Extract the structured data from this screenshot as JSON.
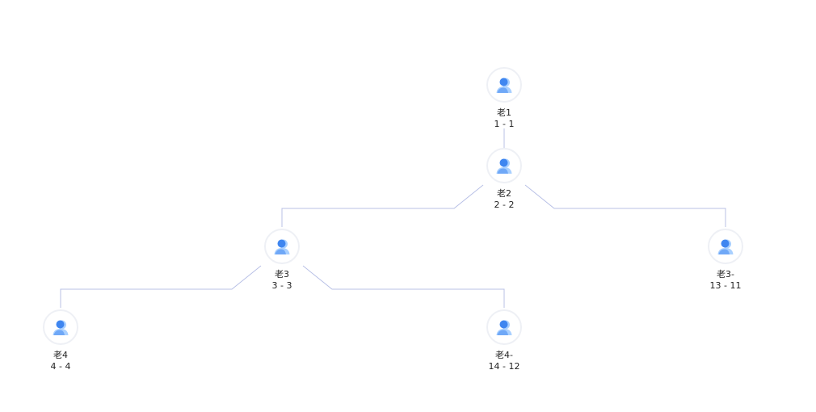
{
  "colors": {
    "edge": "#b8c0e6",
    "avatar_ring": "#eef0f5",
    "avatar_light": "#a9d0ff",
    "avatar_dark": "#3f86f0"
  },
  "tree": {
    "nodes": [
      {
        "id": "n1",
        "icon": "user-avatar-icon",
        "name": "老1",
        "sub": "1 - 1"
      },
      {
        "id": "n2",
        "icon": "user-avatar-icon",
        "name": "老2",
        "sub": "2 - 2"
      },
      {
        "id": "n3",
        "icon": "user-avatar-icon",
        "name": "老3",
        "sub": "3 - 3"
      },
      {
        "id": "n4",
        "icon": "user-avatar-icon",
        "name": "老3-",
        "sub": "13 - 11"
      },
      {
        "id": "n5",
        "icon": "user-avatar-icon",
        "name": "老4",
        "sub": "4 - 4"
      },
      {
        "id": "n6",
        "icon": "user-avatar-icon",
        "name": "老4-",
        "sub": "14 - 12"
      }
    ],
    "edges": [
      {
        "from": "n1",
        "to": "n2"
      },
      {
        "from": "n2",
        "to": "n3"
      },
      {
        "from": "n2",
        "to": "n4"
      },
      {
        "from": "n3",
        "to": "n5"
      },
      {
        "from": "n3",
        "to": "n6"
      }
    ]
  }
}
